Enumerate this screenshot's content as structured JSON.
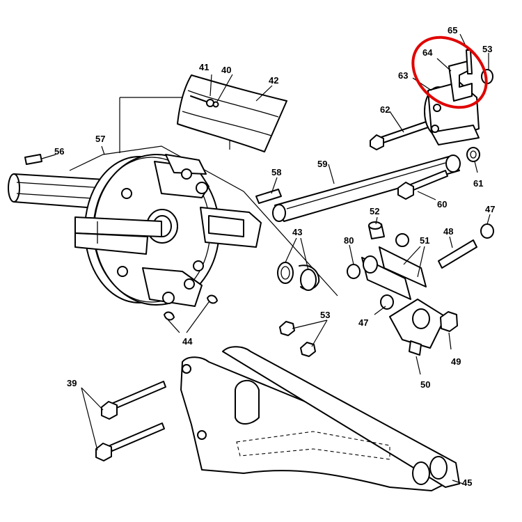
{
  "diagram": {
    "part_numbers": {
      "p39": "39",
      "p40": "40",
      "p41": "41",
      "p42": "42",
      "p43": "43",
      "p44": "44",
      "p45": "45",
      "p47a": "47",
      "p47b": "47",
      "p48": "48",
      "p49": "49",
      "p50": "50",
      "p51": "51",
      "p52": "52",
      "p53a": "53",
      "p53b": "53",
      "p56": "56",
      "p57": "57",
      "p58": "58",
      "p59": "59",
      "p60": "60",
      "p61": "61",
      "p62": "62",
      "p63": "63",
      "p64": "64",
      "p65": "65",
      "p80": "80"
    },
    "highlight": {
      "color": "#e00000",
      "encircles": "64"
    }
  }
}
